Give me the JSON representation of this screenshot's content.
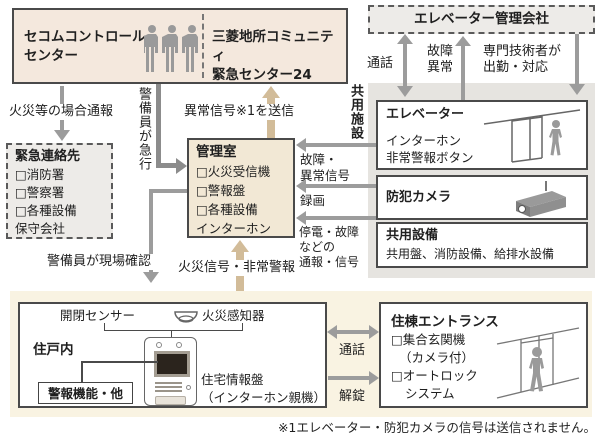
{
  "colors": {
    "box_pink": "#f4e8dd",
    "box_tan": "#f2e8d5",
    "panel_gray": "#e6e4e0",
    "panel_cream": "#f9f3e2",
    "dashed_fill": "#edebe8",
    "arrow_gray": "#9c9c9c",
    "arrow_tan": "#d2bc99",
    "border_dark": "#4a4a4a"
  },
  "top": {
    "secom_title": "セコムコントロール\nセンター",
    "mitsubishi_title": "三菱地所コミュニティ\n緊急センター24",
    "elevator_company_title": "エレベーター管理会社"
  },
  "flows": {
    "fire_report": "火災等の場合通報",
    "guard_rush": "警備員が急行",
    "guard_onsite": "警備員が現場確認",
    "abnormal_signal": "異常信号※1を送信",
    "fire_signal": "火災信号・非常警報",
    "talk_top": "通話",
    "fault_top": "故障\n異常",
    "engineer": "専門技術者が\n出勤・対応",
    "fault_signal": "故障・\n異常信号",
    "recording": "録画",
    "outage_signal": "停電・故障\nなどの\n通報・信号",
    "talk_bottom": "通話",
    "unlock": "解錠"
  },
  "emergency_contacts": {
    "title": "緊急連絡先",
    "items": [
      "□消防署",
      "□警察署",
      "□各種設備",
      "保守会社"
    ]
  },
  "control_room": {
    "title": "管理室",
    "items": [
      "□火災受信機",
      "□警報盤",
      "□各種設備",
      "インターホン"
    ]
  },
  "common": {
    "label": "共用施設",
    "elevator_title": "エレベーター",
    "elevator_sub": "インターホン\n非常警報ボタン",
    "camera_title": "防犯カメラ",
    "equipment_title": "共用設備",
    "equipment_sub": "共用盤、消防設備、給排水設備"
  },
  "residence": {
    "label": "住戸内",
    "sensor": "開閉センサー",
    "fire_detector": "火災感知器",
    "alarm": "警報機能・他",
    "panel": "住宅情報盤\n（インターホン親機）"
  },
  "entrance": {
    "title": "住棟エントランス",
    "items": [
      "□集合玄関機",
      "（カメラ付）",
      "□オートロック",
      "システム"
    ]
  },
  "footnote": "※1エレベーター・防犯カメラの信号は送信されません。"
}
